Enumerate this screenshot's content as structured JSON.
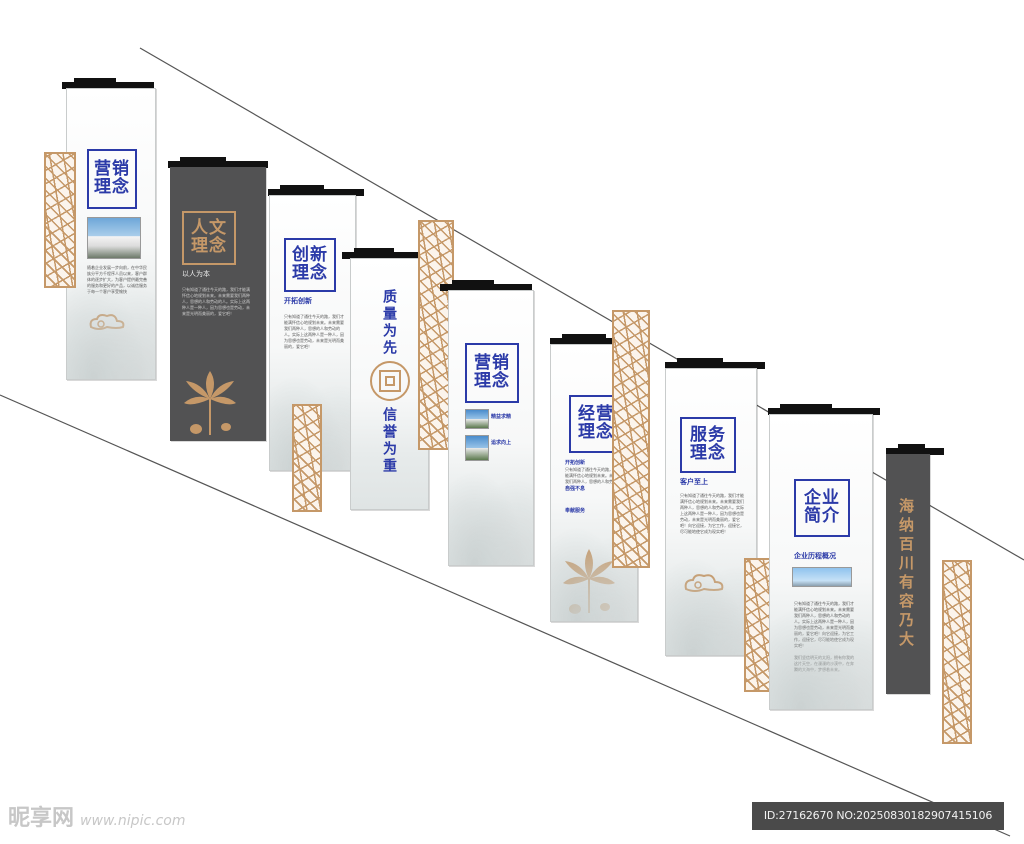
{
  "panels": {
    "p1": {
      "title_l1": "营销",
      "title_l2": "理念",
      "body": "随着企业发展一步向前，在中华民族分平方千程序人员以来，客户群体的逐步扩大，为客户提供最完善的服务和更好的产品，以诚信服务于每一个客户享受愉快"
    },
    "p2": {
      "title_l1": "人文",
      "title_l2": "理念",
      "subtitle": "以人为本",
      "body": "只有知道了通往今天的路，我们才能满怀信心地规划未来。未来需要我们两种人，思想的人和劳动的人。实际上这两种人是一种人，因为思想也是劳动，未来是光明而美丽的，爱它吧！"
    },
    "p3": {
      "title_l1": "创新",
      "title_l2": "理念",
      "subtitle": "开拓创新",
      "body": "只有知道了通往今天的路，我们才能满怀信心地规划未来。未来需要我们两种人，思想的人和劳动的人。实际上这两种人是一种人，因为思想也是劳动，未来是光明而美丽的，爱它吧！"
    },
    "p4": {
      "vtext_top": "质量为先",
      "vtext_bottom": "信誉为重"
    },
    "p5": {
      "title_l1": "营销",
      "title_l2": "理念",
      "cap1": "精益求精",
      "cap2": "追求向上"
    },
    "p6": {
      "title_l1": "经营",
      "title_l2": "理念",
      "sub1": "开拓创新",
      "sub2": "自强不息",
      "sub3": "奉献服务",
      "body": "只有知道了通往今天的路，我们才能满怀信心地规划未来。未来需要我们两种人，思想的人和劳动的人。"
    },
    "p7": {
      "title_l1": "服务",
      "title_l2": "理念",
      "subtitle": "客户至上",
      "body": "只有知道了通往今天的路，我们才能满怀信心地规划未来。未来需要我们两种人，思想的人和劳动的人。实际上这两种人是一种人，因为思想也是劳动，未来是光明而美丽的，爱它吧！向它迎接，为它工作，迎接它，尽可能地使它成为现实吧！"
    },
    "p8": {
      "title_l1": "企业",
      "title_l2": "简介",
      "subtitle": "企业历程概况",
      "body": "只有知道了通往今天的路，我们才能满怀信心地规划未来。未来需要我们两种人，思想的人和劳动的人。实际上这两种人是一种人，因为思想也是劳动，未来是光明而美丽的，爱它吧！向它迎接，为它工作，迎接它，尽可能地使它成为现实吧！",
      "body2": "我们坚信明天的太阳，拥有你我的这片天空，在漫漫的沙漠中，在奔腾的大海中，梦想着未来。"
    },
    "p9": {
      "vtext": "海纳百川有容乃大"
    }
  },
  "watermark": {
    "brand": "昵享网",
    "url": "www.nipic.com"
  },
  "id_bar": "ID:27162670 NO:20250830182907415106",
  "colors": {
    "blue": "#2b3aa8",
    "gold": "#c59868",
    "dark": "#525253",
    "cap": "#111111"
  }
}
